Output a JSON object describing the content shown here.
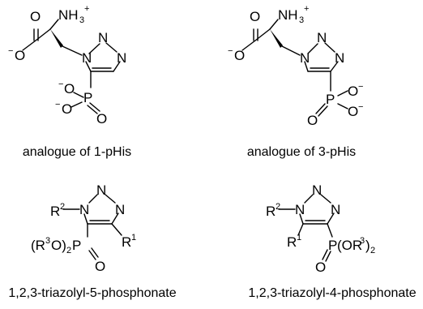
{
  "compounds": [
    {
      "caption": "analogue of 1-pHis",
      "atoms": {
        "carbonyl_o": "O",
        "carboxylate_o": "O",
        "carboxylate_charge": "−",
        "amine": "NH",
        "amine_sub": "3",
        "amine_charge": "+",
        "n1": "N",
        "n2": "N",
        "n3": "N",
        "p": "P",
        "p_o_top": "O",
        "p_o_top_charge": "−",
        "p_o_left": "O",
        "p_o_left_charge": "−",
        "p_o_double": "O"
      }
    },
    {
      "caption": "analogue of 3-pHis",
      "atoms": {
        "carbonyl_o": "O",
        "carboxylate_o": "O",
        "carboxylate_charge": "−",
        "amine": "NH",
        "amine_sub": "3",
        "amine_charge": "+",
        "n1": "N",
        "n2": "N",
        "n3": "N",
        "p": "P",
        "p_o_right1": "O",
        "p_o_right1_charge": "−",
        "p_o_right2": "O",
        "p_o_right2_charge": "−",
        "p_o_double": "O"
      }
    },
    {
      "caption": "1,2,3-triazolyl-5-phosphonate",
      "atoms": {
        "r2": "R",
        "r2_sup": "2",
        "n1": "N",
        "n2": "N",
        "n3": "N",
        "r1": "R",
        "r1_sup": "1",
        "ester_open": "(R",
        "ester_sup": "3",
        "ester_mid": "O)",
        "ester_sub": "2",
        "p": "P",
        "p_o_double": "O"
      }
    },
    {
      "caption": "1,2,3-triazolyl-4-phosphonate",
      "atoms": {
        "r2": "R",
        "r2_sup": "2",
        "n1": "N",
        "n2": "N",
        "n3": "N",
        "r1": "R",
        "r1_sup": "1",
        "p": "P",
        "ester_open": "(OR",
        "ester_sup": "3",
        "ester_close": ")",
        "ester_sub": "2",
        "p_o_double": "O"
      }
    }
  ]
}
